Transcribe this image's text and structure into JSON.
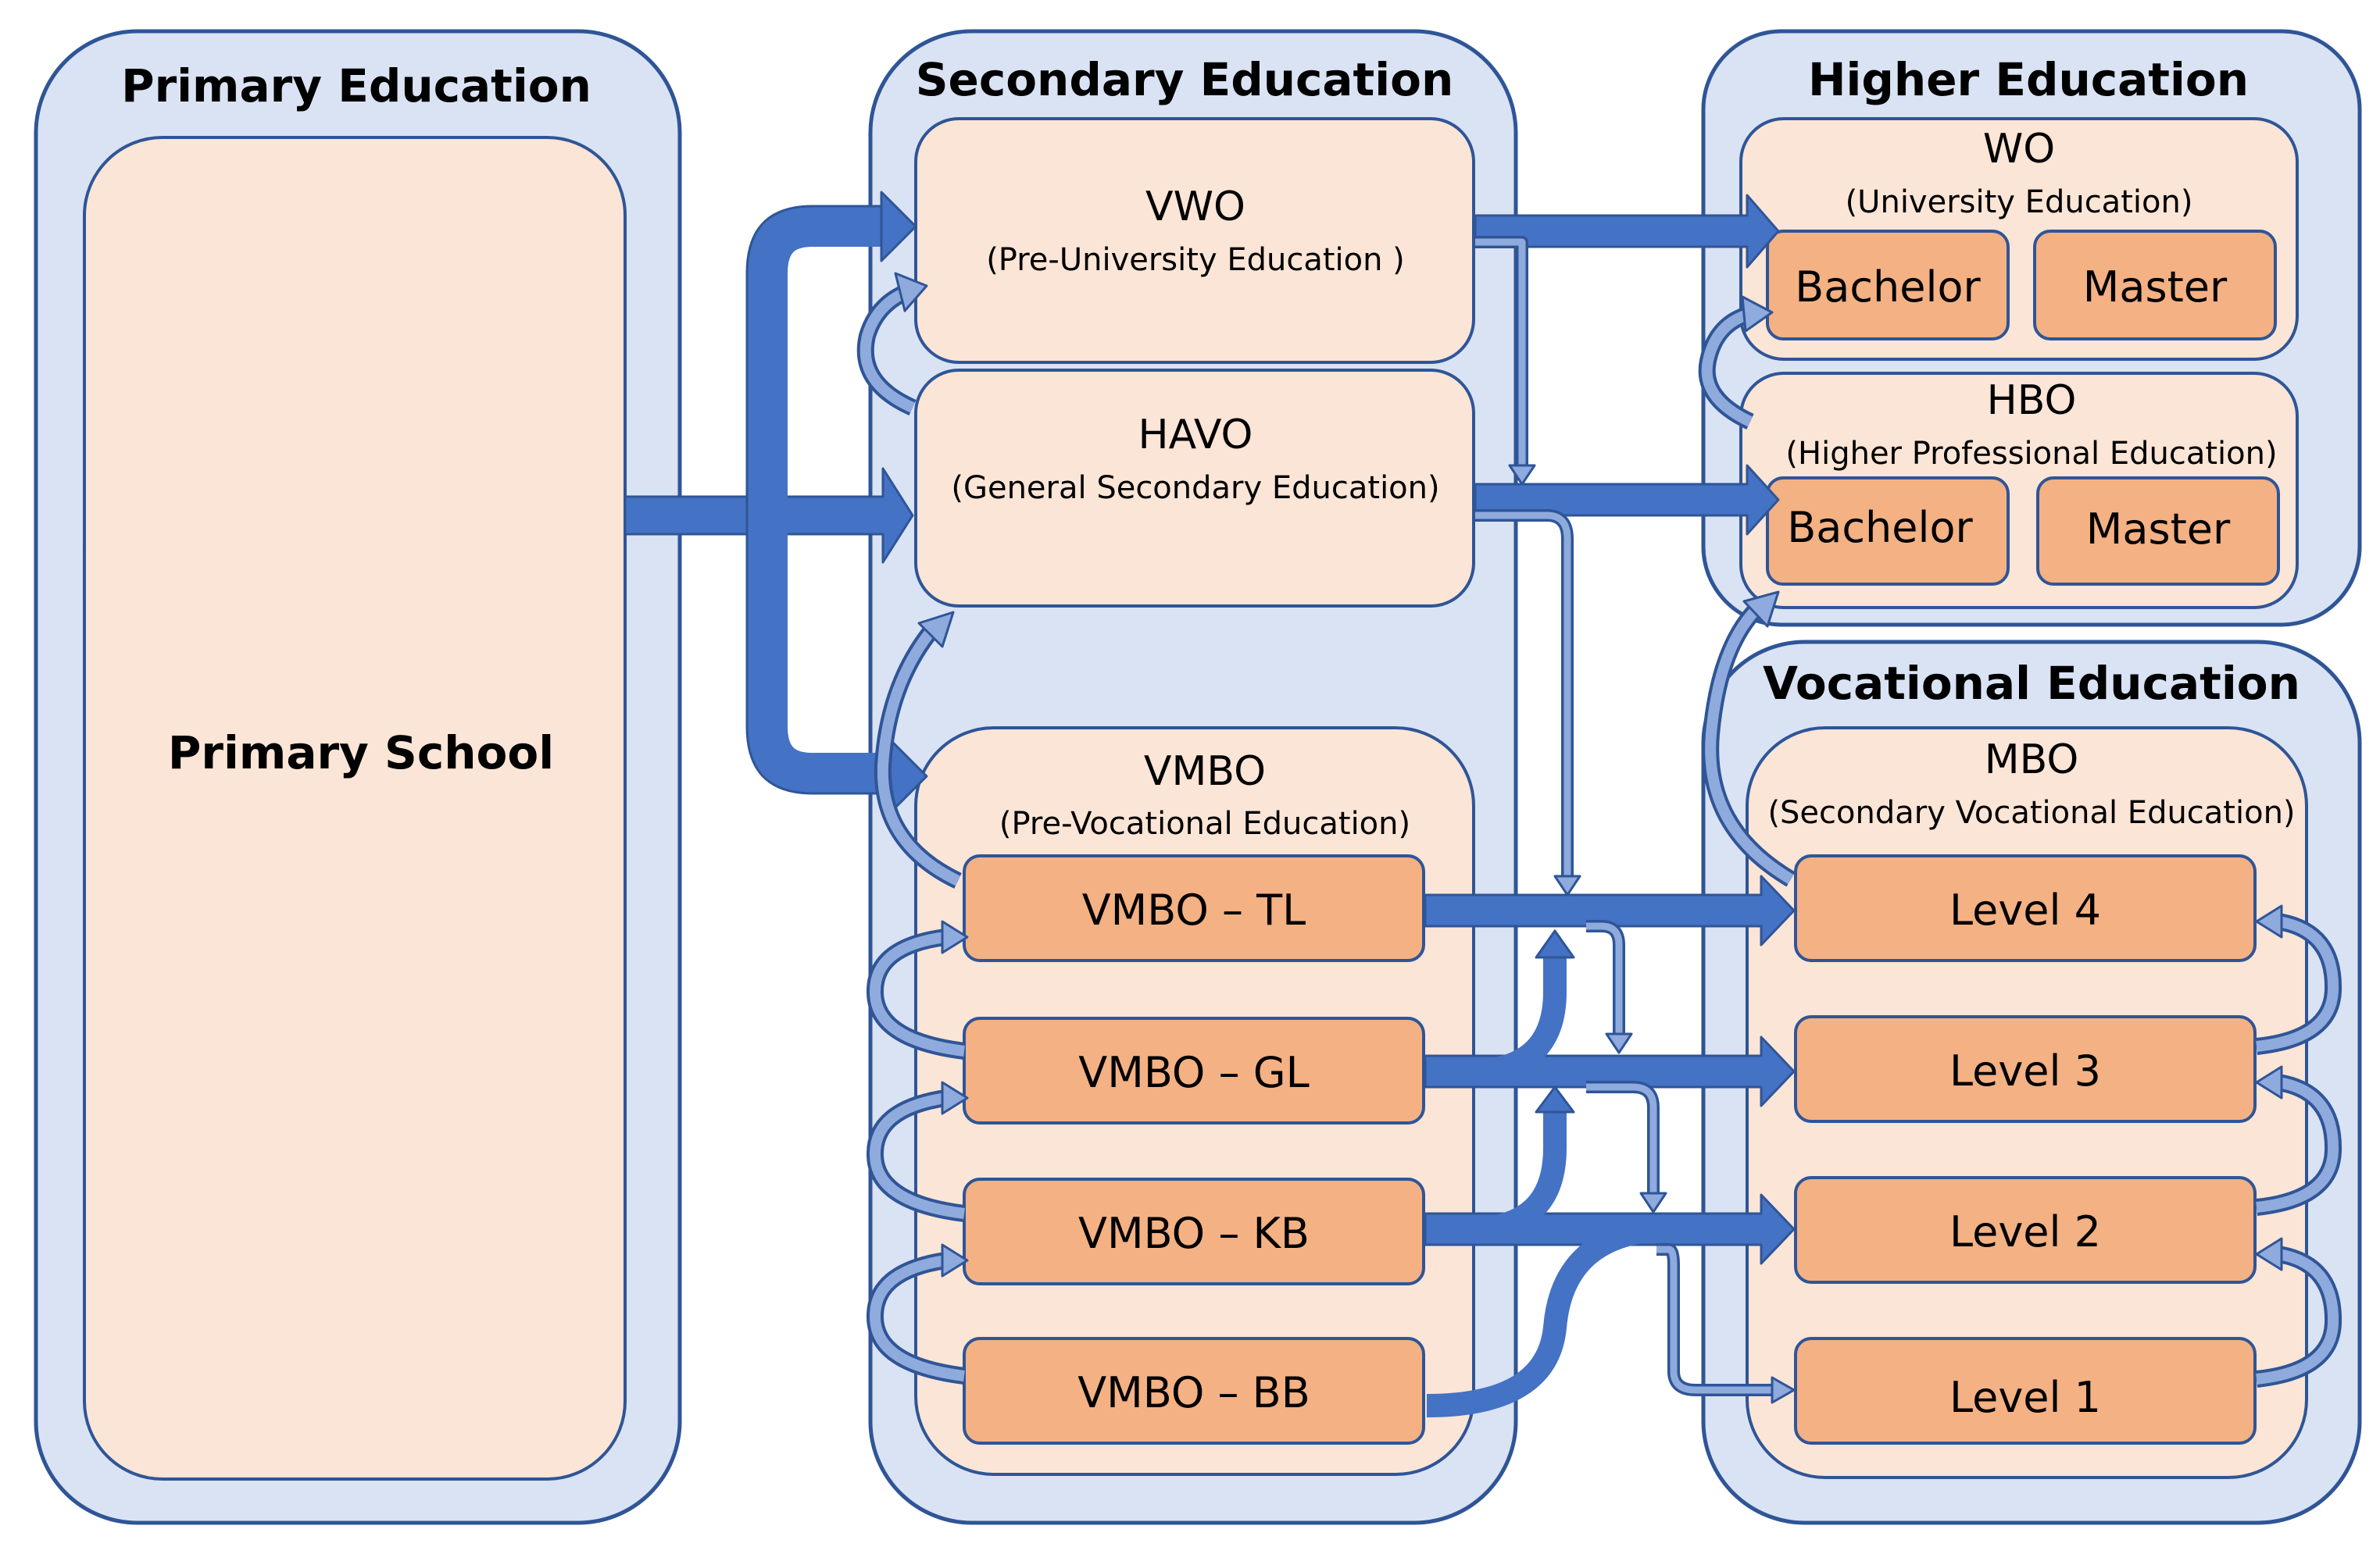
{
  "primary": {
    "title": "Primary Education",
    "school": "Primary School"
  },
  "secondary": {
    "title": "Secondary Education",
    "vwo": {
      "name": "VWO",
      "desc": "(Pre-University Education )"
    },
    "havo": {
      "name": "HAVO",
      "desc": "(General Secondary Education)"
    },
    "vmbo": {
      "name": "VMBO",
      "desc": "(Pre-Vocational Education)",
      "tracks": [
        "VMBO – TL",
        "VMBO – GL",
        "VMBO – KB",
        "VMBO – BB"
      ]
    }
  },
  "higher": {
    "title": "Higher Education",
    "wo": {
      "name": "WO",
      "desc": "(University Education)",
      "degrees": [
        "Bachelor",
        "Master"
      ]
    },
    "hbo": {
      "name": "HBO",
      "desc": "(Higher Professional Education)",
      "degrees": [
        "Bachelor",
        "Master"
      ]
    }
  },
  "vocational": {
    "title": "Vocational Education",
    "mbo": {
      "name": "MBO",
      "desc": "(Secondary Vocational Education)",
      "levels": [
        "Level 4",
        "Level 3",
        "Level 2",
        "Level 1"
      ]
    }
  },
  "colors": {
    "group_fill": "#dae3f3",
    "inner_fill": "#fbe5d6",
    "sub_fill": "#f4b183",
    "outline": "#2f5597",
    "arrow_main": "#4472c4",
    "arrow_light": "#8faadc"
  }
}
